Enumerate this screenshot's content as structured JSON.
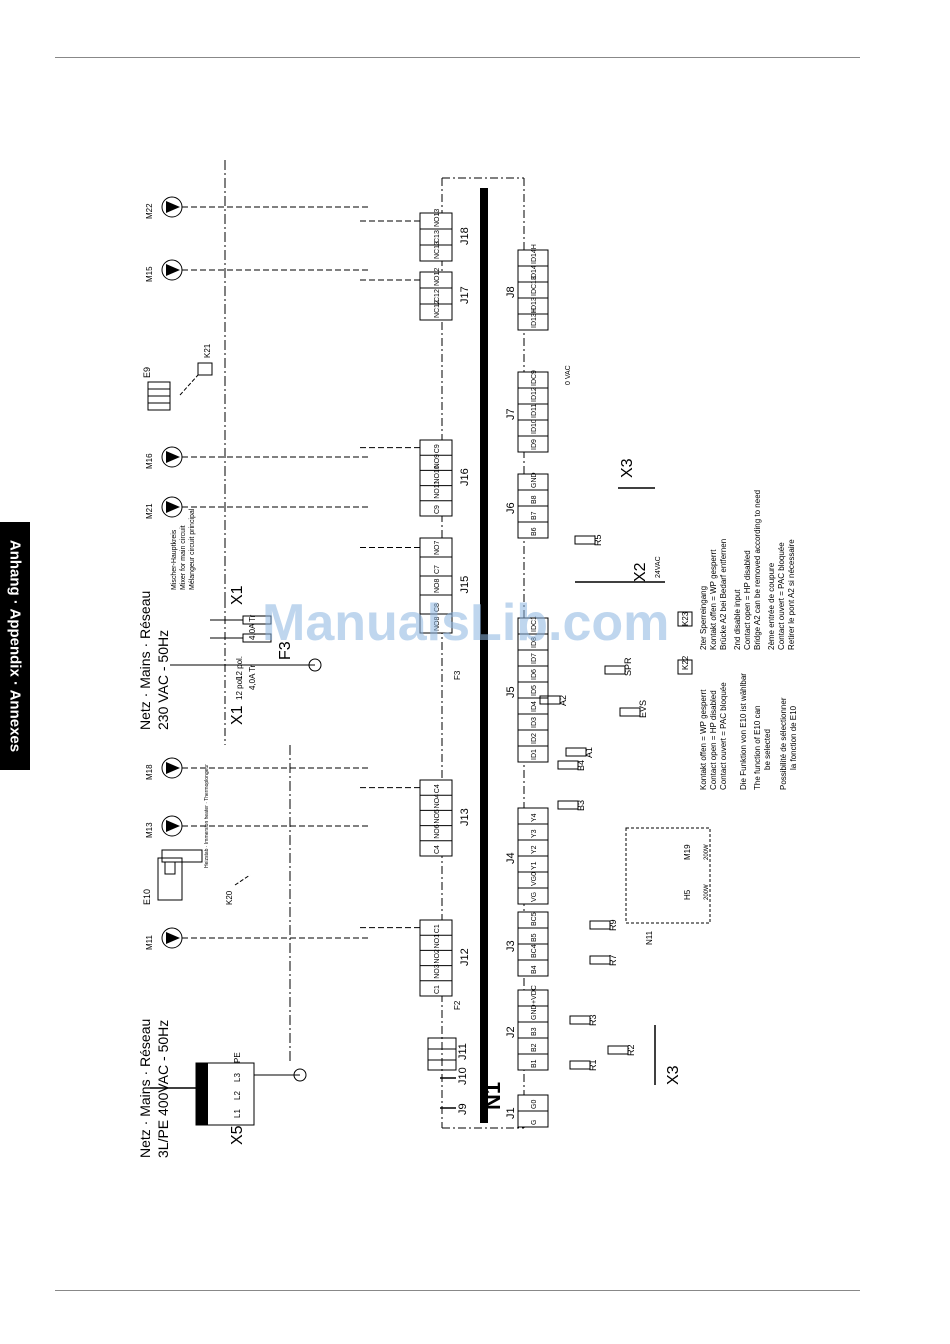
{
  "section_tab": "Anhang · Appendix · Annexes",
  "watermark": "ManualsLib.com",
  "mains_left": {
    "line1": "Netz · Mains · Réseau",
    "line2": "3L/PE 400VAC - 50Hz"
  },
  "mains_mid": {
    "line1": "Netz · Mains · Réseau",
    "line2": "230 VAC - 50Hz"
  },
  "controller": "N1",
  "connectors": [
    "J1",
    "J2",
    "J3",
    "J4",
    "J5",
    "J6",
    "J7",
    "J8",
    "J9",
    "J10",
    "J11",
    "J12",
    "J13",
    "J15",
    "J16",
    "J17",
    "J18"
  ],
  "terminal_blocks": [
    "X1",
    "X2",
    "X3",
    "X5"
  ],
  "fuses": {
    "f1": "4,0A Tr",
    "f2": "4,0A Tr",
    "name": "F3",
    "f2label": "F2"
  },
  "x1_pol": "12 pol.",
  "motors": [
    "M11",
    "M13",
    "M15",
    "M16",
    "M18",
    "M19",
    "M21",
    "M22"
  ],
  "components": {
    "e9": "E9",
    "e10": "E10",
    "k20": "K20",
    "k21": "K21",
    "k22": "K22",
    "k23": "K23",
    "n11": "N11",
    "h5": "H5"
  },
  "m21_desc": [
    "Mischer-Hauptkreis",
    "Mixer for main circuit",
    "Mélangeur circuit principal"
  ],
  "e10_desc": "Heizstab · Immersion heater · Thermoplongeur",
  "pins": {
    "j1": [
      "G",
      "G0"
    ],
    "j2": [
      "B1",
      "B2",
      "B3",
      "GND",
      "+VDC"
    ],
    "j3": [
      "B4",
      "BC4",
      "B5",
      "BC5"
    ],
    "j4": [
      "VG",
      "VG0",
      "Y1",
      "Y2",
      "Y3",
      "Y4"
    ],
    "j5": [
      "ID1",
      "ID2",
      "ID3",
      "ID4",
      "ID5",
      "ID6",
      "ID7",
      "ID8",
      "IDC1"
    ],
    "j6": [
      "B6",
      "B7",
      "B8",
      "GND"
    ],
    "j7": [
      "ID9",
      "ID10",
      "ID11",
      "ID12",
      "IDC9"
    ],
    "j8": [
      "ID13H",
      "ID13",
      "IDC13",
      "ID14",
      "ID14H"
    ],
    "j12": [
      "C1",
      "NO1",
      "NO2",
      "NO3",
      "C1"
    ],
    "j13": [
      "C4",
      "NO4",
      "NO5",
      "NO6",
      "C4"
    ],
    "j15": [
      "NO7",
      "C7",
      "NO8",
      "C8",
      "NO8"
    ],
    "j16": [
      "C9",
      "NO9",
      "NO10",
      "NO11",
      "C9"
    ],
    "j17": [
      "NO12",
      "C12",
      "NC12"
    ],
    "j18": [
      "NO13",
      "C13",
      "NC13"
    ],
    "x5": [
      "L1",
      "L2",
      "L3",
      "PE"
    ]
  },
  "x2_voltage": "24VAC",
  "vac0": "0 VAC",
  "sensors": [
    "R1",
    "R2",
    "R3",
    "R5",
    "R7",
    "R9",
    "A1",
    "A2",
    "B3",
    "B4",
    "SPR",
    "EVS"
  ],
  "rating_200w": "200W",
  "note_de": [
    "Kontakt offen = WP gesperrt",
    "2ter Sperreingang",
    "Kontakt offen = WP gesperrt",
    "Brücke A2 bei Bedarf entfernen"
  ],
  "note_de2": "Die Funktion von E10 ist wählbar",
  "note_en": [
    "Contact open = HP disabled",
    "2nd disable input",
    "Contact open = HP disabled",
    "Bridge A2 can be removed according to need",
    "The function of E10 can",
    "be selected"
  ],
  "note_fr": [
    "Contact ouvert = PAC bloquée",
    "2ème entrée de coupure",
    "Contact ouvert = PAC bloquée",
    "Retirer le pont A2 si nécessaire",
    "Possibilité de sélectionner",
    "la fonction de E10"
  ]
}
